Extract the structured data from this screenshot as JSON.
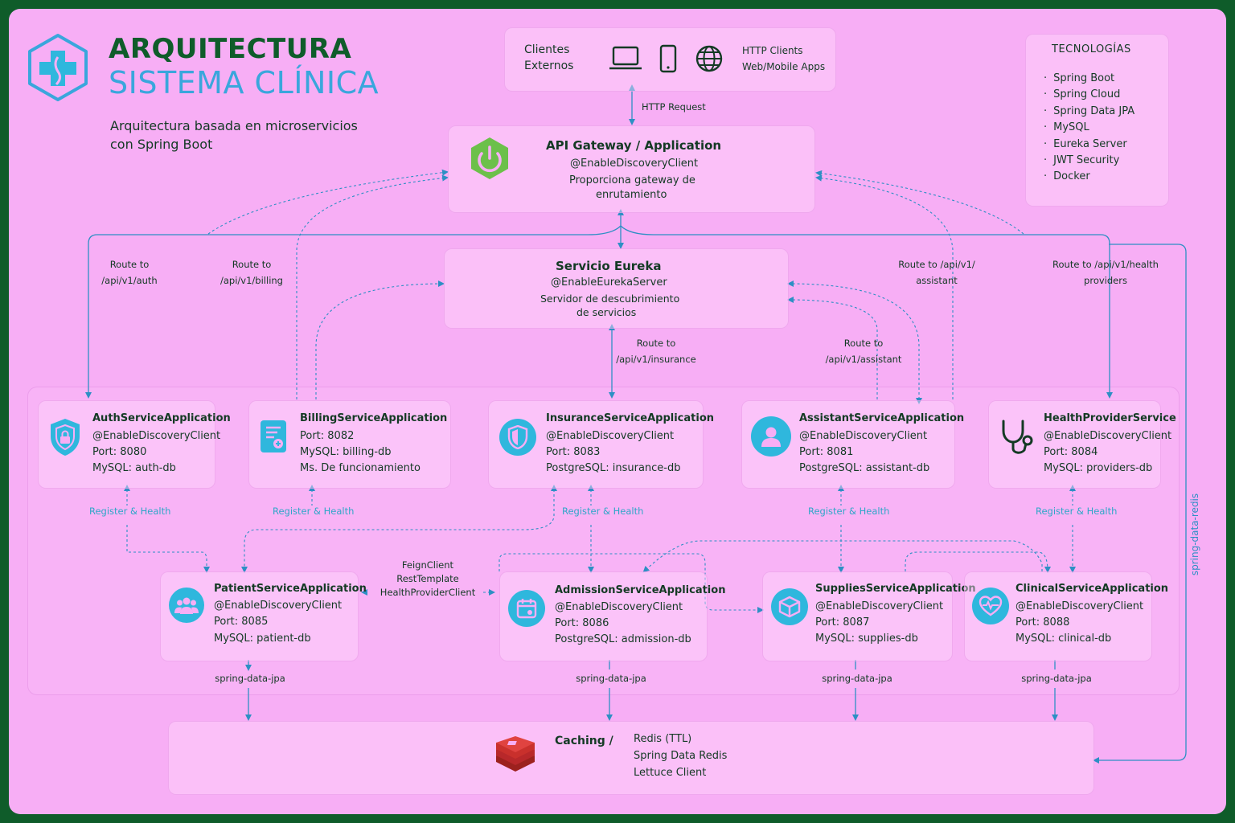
{
  "header": {
    "title_line1": "ARQUITECTURA",
    "title_line2": "SISTEMA CLÍNICA",
    "subtitle_line1": "Arquitectura basada en microservicios",
    "subtitle_line2": "con Spring Boot"
  },
  "clients": {
    "label_line1": "Clientes",
    "label_line2": "Externos",
    "desc_line1": "HTTP Clients",
    "desc_line2": "Web/Mobile Apps",
    "request_label": "HTTP Request"
  },
  "technologies": {
    "title": "TECNOLOGÍAS",
    "items": [
      "Spring Boot",
      "Spring Cloud",
      "Spring Data JPA",
      "MySQL",
      "Eureka Server",
      "JWT Security",
      "Docker"
    ]
  },
  "gateway": {
    "title": "API Gateway / Application",
    "annotation": "@EnableDiscoveryClient",
    "desc_line1": "Proporciona gateway de",
    "desc_line2": "enrutamiento"
  },
  "eureka": {
    "title": "Servicio Eureka",
    "annotation": "@EnableEurekaServer",
    "desc_line1": "Servidor de descubrimiento",
    "desc_line2": "de servicios"
  },
  "routes": {
    "auth": [
      "Route to",
      "/api/v1/auth"
    ],
    "billing": [
      "Route to",
      "/api/v1/billing"
    ],
    "insurance": [
      "Route to",
      "/api/v1/insurance"
    ],
    "assistant_top": [
      "Route to /api/v1/",
      "assistant"
    ],
    "assistant_mid": [
      "Route to",
      "/api/v1/assistant"
    ],
    "health": [
      "Route to /api/v1/health",
      "providers"
    ]
  },
  "register_label": "Register & Health",
  "services_top": [
    {
      "name": "AuthServiceApplication",
      "l1": "@EnableDiscoveryClient",
      "l2": "Port: 8080",
      "l3": "MySQL: auth-db"
    },
    {
      "name": "BillingServiceApplication",
      "l1": "Port: 8082",
      "l2": "MySQL: billing-db",
      "l3": "Ms. De funcionamiento"
    },
    {
      "name": "InsuranceServiceApplication",
      "l1": "@EnableDiscoveryClient",
      "l2": "Port: 8083",
      "l3": "PostgreSQL: insurance-db"
    },
    {
      "name": "AssistantServiceApplication",
      "l1": "@EnableDiscoveryClient",
      "l2": "Port: 8081",
      "l3": "PostgreSQL: assistant-db"
    },
    {
      "name": "HealthProviderService",
      "l1": "@EnableDiscoveryClient",
      "l2": "Port: 8084",
      "l3": "MySQL: providers-db"
    }
  ],
  "services_bottom": [
    {
      "name": "PatientServiceApplication",
      "l1": "@EnableDiscoveryClient",
      "l2": "Port: 8085",
      "l3": "MySQL: patient-db"
    },
    {
      "name": "AdmissionServiceApplication",
      "l1": "@EnableDiscoveryClient",
      "l2": "Port: 8086",
      "l3": "PostgreSQL: admission-db"
    },
    {
      "name": "SuppliesServiceApplication",
      "l1": "@EnableDiscoveryClient",
      "l2": "Port: 8087",
      "l3": "MySQL: supplies-db"
    },
    {
      "name": "ClinicalServiceApplication",
      "l1": "@EnableDiscoveryClient",
      "l2": "Port: 8088",
      "l3": "MySQL: clinical-db"
    }
  ],
  "feign": [
    "FeignClient",
    "RestTemplate",
    "HealthProviderClient"
  ],
  "jpa_label": "spring-data-jpa",
  "redis_side_label": "spring-data-redis",
  "caching": {
    "title": "Caching /",
    "items": [
      "Redis (TTL)",
      "Spring Data Redis",
      "Lettuce Client"
    ]
  },
  "colors": {
    "accent": "#2fb7dd",
    "title_green": "#0f5c2a",
    "title_blue": "#3aa6dc",
    "spring_green": "#6cc04a",
    "redis_red": "#c9302c"
  }
}
